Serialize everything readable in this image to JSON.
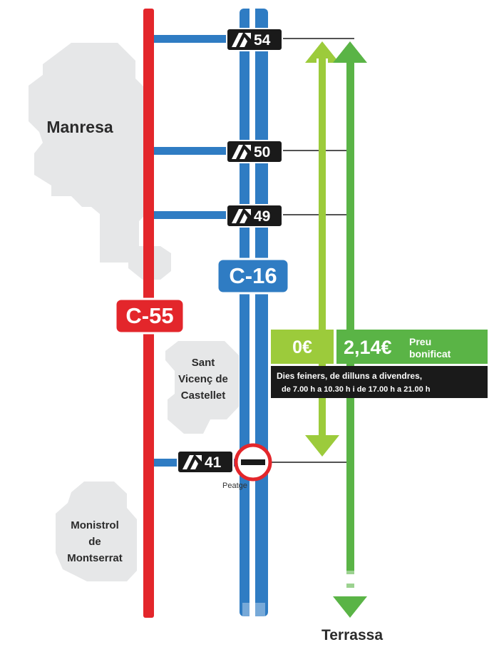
{
  "towns": {
    "manresa": "Manresa",
    "sant_vicenc": [
      "Sant",
      "Vicenç de",
      "Castellet"
    ],
    "monistrol": [
      "Monistrol",
      "de",
      "Montserrat"
    ],
    "terrassa": "Terrassa"
  },
  "roads": {
    "c55": "C-55",
    "c16": "C-16"
  },
  "exits": {
    "e54": "54",
    "e50": "50",
    "e49": "49",
    "e41": "41"
  },
  "toll": {
    "label": "Peatge"
  },
  "prices": {
    "free": "0€",
    "discounted": "2,14€",
    "discount_label": [
      "Preu",
      "bonificat"
    ]
  },
  "schedule": {
    "line1": "Dies feiners, de dilluns a divendres,",
    "line2": "de 7.00 h a 10.30 h i de 17.00 h a 21.00 h"
  },
  "colors": {
    "c55": "#e3262b",
    "c16": "#2f7cc3",
    "light_green": "#9ccb3b",
    "green": "#5ab446",
    "town_area": "#e6e7e8",
    "exit_badge": "#1a1a1a"
  }
}
